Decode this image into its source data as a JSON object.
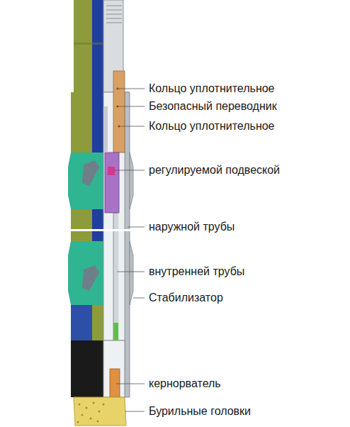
{
  "diagram": {
    "labels": [
      "Кольцо уплотнительное",
      "Безопасный переводник",
      "Кольцо уплотнительное",
      "регулируемой подвеской",
      "наружной трубы",
      "внутренней трубы",
      "Стабилизатор",
      "кернорватель",
      "Бурильные головки"
    ]
  }
}
